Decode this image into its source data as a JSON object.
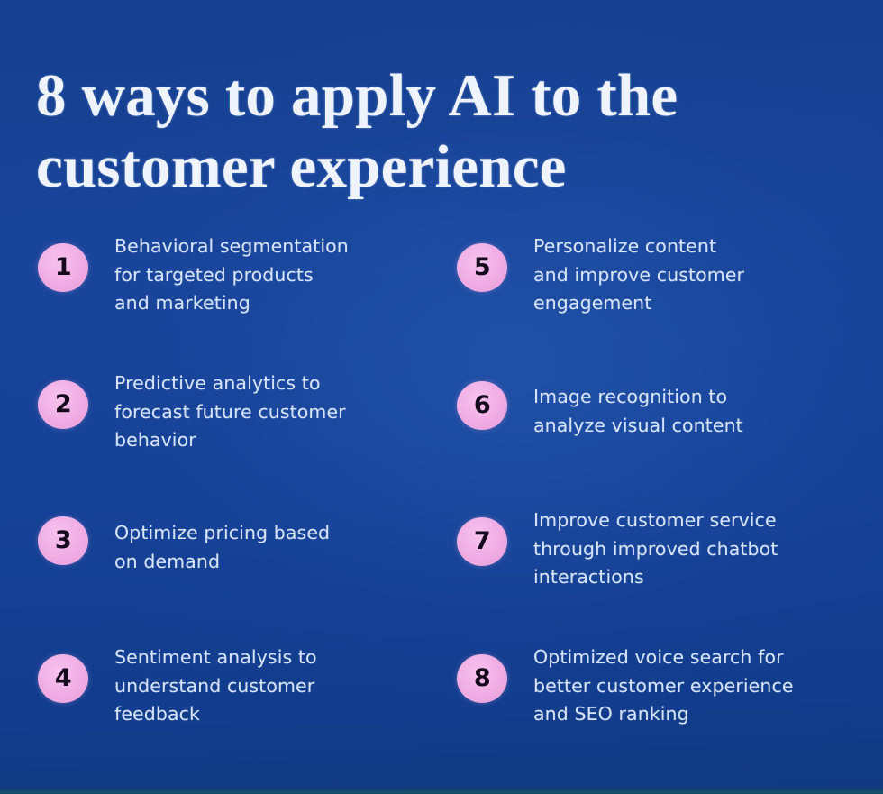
{
  "theme": {
    "background_color": "#154196",
    "title_color": "#eef3fc",
    "body_text_color": "#d6e3f7",
    "badge_color": "#f0aee4",
    "badge_number_color": "#150a1c"
  },
  "header": {
    "title": "8 ways to apply AI to the\ncustomer experience"
  },
  "columns": {
    "left": [
      {
        "number": "1",
        "text": "Behavioral segmentation\nfor targeted products\nand marketing"
      },
      {
        "number": "2",
        "text": "Predictive analytics to\nforecast future customer\nbehavior"
      },
      {
        "number": "3",
        "text": "Optimize pricing based\non demand"
      },
      {
        "number": "4",
        "text": "Sentiment analysis to\nunderstand customer\nfeedback"
      }
    ],
    "right": [
      {
        "number": "5",
        "text": "Personalize content\nand improve customer\nengagement"
      },
      {
        "number": "6",
        "text": "Image recognition to\nanalyze visual content"
      },
      {
        "number": "7",
        "text": "Improve customer service\nthrough improved chatbot\ninteractions"
      },
      {
        "number": "8",
        "text": "Optimized voice search for\nbetter customer experience\nand SEO ranking"
      }
    ]
  }
}
